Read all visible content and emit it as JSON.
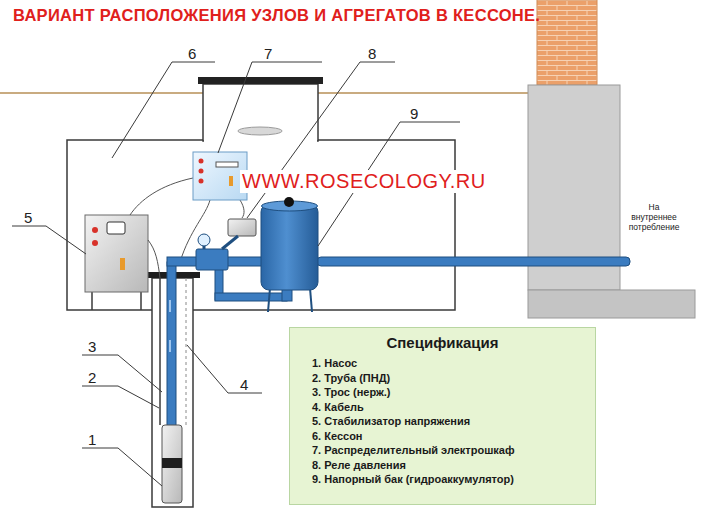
{
  "diagram": {
    "title": "ВАРИАНТ РАСПОЛОЖЕНИЯ УЗЛОВ И АГРЕГАТОВ В КЕССОНЕ.",
    "nodes": [
      {
        "text": [
          "Спецификация",
          "1. Насос",
          "2. Труба (ПНД)",
          "3. Трос (нерж.)",
          "4. Кабель",
          "5. Стабилизатор напряжения",
          "6. Кессон",
          "7. Распределительный электрошкаф",
          "8. Реле давления",
          "9. Напорный бак (гидроаккумулятор)"
        ]
      }
    ],
    "labels": [
      "6",
      "7",
      "8",
      "9",
      "WWW.ROSECOLOGY.RU",
      "5",
      "На внутреннее потребление",
      "3",
      "2",
      "4",
      "1"
    ]
  }
}
